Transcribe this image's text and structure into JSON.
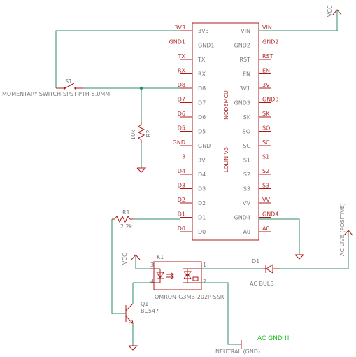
{
  "mcu": {
    "part_name": "NODEMCU",
    "part_value": "LOLIN V3",
    "left_pins": [
      "3V3",
      "GND1",
      "TX",
      "RX",
      "D8",
      "D7",
      "D6",
      "D5",
      "GND",
      "3V",
      "D4",
      "D3",
      "D2",
      "D1",
      "D0"
    ],
    "right_pins": [
      "VIN",
      "GND2",
      "RST",
      "EN",
      "3V1",
      "GND3",
      "SK",
      "SO",
      "SC",
      "S1",
      "S2",
      "S3",
      "VV",
      "GND4",
      "A0"
    ],
    "left_nets": [
      "3V3",
      "GND1",
      "TX",
      "RX",
      "D8",
      "D7",
      "D6",
      "D5",
      "GND",
      "3",
      "D4",
      "D3",
      "D2",
      "D1",
      "D0"
    ],
    "right_nets": [
      "VIN",
      "GND2",
      "RST",
      "EN",
      "3V",
      "GND3",
      "SK",
      "SO",
      "SC",
      "S1",
      "S2",
      "S3",
      "VV",
      "GND4",
      "A0"
    ]
  },
  "switch": {
    "ref": "S1",
    "value": "MOMENTARY-SWITCH-SPST-PTH-6.0MM"
  },
  "r2": {
    "ref": "R2",
    "value": "10k"
  },
  "r1": {
    "ref": "R1",
    "value": "2.2k"
  },
  "relay": {
    "ref": "K1",
    "value": "OMRON-G3MB-202P-SSR",
    "pins": [
      "3",
      "4",
      "1",
      "2"
    ]
  },
  "q1": {
    "ref": "Q1",
    "value": "BC547"
  },
  "d1": {
    "ref": "D1",
    "value": "AC BULB"
  },
  "power": {
    "vcc_top": "VCC",
    "vcc_left": "VCC",
    "ac_live": "AC LIVE (POSITIVE)"
  },
  "notes": {
    "ac_gnd": "AC GND !!",
    "neutral": "NEUTRAL (GND)"
  }
}
